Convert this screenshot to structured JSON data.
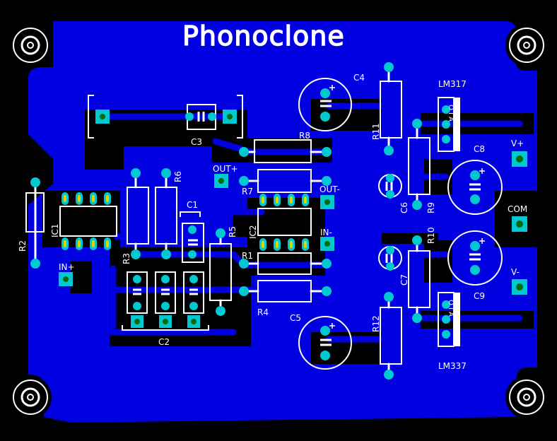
{
  "board": {
    "title": "Phonoclone",
    "colors": {
      "background": "#000000",
      "copper": "#0000e0",
      "silk": "#ffffff",
      "pad": "#00c8d0",
      "pad_core": "#008890",
      "pad_yellow": "#d8d800",
      "pad_green": "#0a6a0a",
      "hole": "#222222"
    }
  },
  "labels": {
    "ic1": "IC1",
    "ic2": "IC2",
    "r1": "R1",
    "r2": "R2",
    "r3": "R3",
    "r4": "R4",
    "r5": "R5",
    "r6": "R6",
    "r7": "R7",
    "r8": "R8",
    "r9": "R9",
    "r10": "R10",
    "r11": "R11",
    "r12": "R12",
    "c1": "C1",
    "c2": "C2",
    "c3": "C3",
    "c4": "C4",
    "c5": "C5",
    "c6": "C6",
    "c7": "C7",
    "c8": "C8",
    "c9": "C9",
    "in_plus": "IN+",
    "in_minus": "IN-",
    "out_plus": "OUT+",
    "out_minus": "OUT-",
    "v_plus": "V+",
    "com": "COM",
    "v_minus": "V-",
    "lm317": "LM317",
    "lm337": "LM337",
    "reg_top_pins": "O I A",
    "reg_bottom_pins": "O I A"
  }
}
